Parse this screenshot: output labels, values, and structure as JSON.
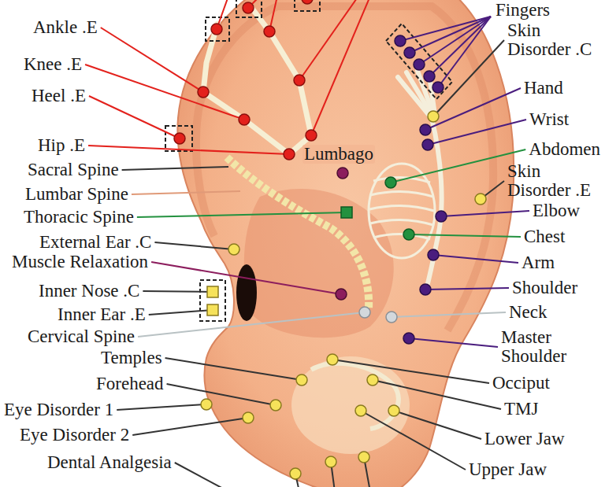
{
  "diagram": {
    "labels": [
      "Ankle .E",
      "Knee .E",
      "Heel .E",
      "Hip .E",
      "Sacral Spine",
      "Lumbar Spine",
      "Thoracic Spine",
      "External Ear .C",
      "Muscle Relaxation",
      "Inner Nose .C",
      "Inner Ear .E",
      "Cervical Spine",
      "Temples",
      "Forehead",
      "Eye Disorder 1",
      "Eye Disorder 2",
      "Dental Analgesia",
      "Lumbago",
      "Fingers",
      "Skin Disorder .C",
      "Hand",
      "Wrist",
      "Abdomen",
      "Skin Disorder .E",
      "Elbow",
      "Chest",
      "Arm",
      "Shoulder",
      "Neck",
      "Master Shoulder",
      "Occiput",
      "TMJ",
      "Lower Jaw",
      "Upper Jaw"
    ]
  }
}
